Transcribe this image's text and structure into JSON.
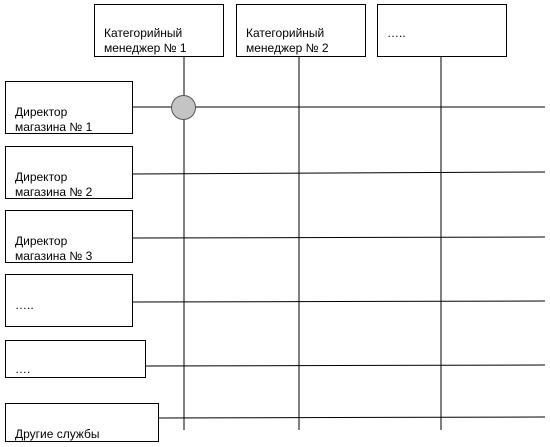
{
  "managers": [
    {
      "label": "Категорийный\nменеджер № 1"
    },
    {
      "label": "Категорийный\nменеджер № 2"
    },
    {
      "label": "….."
    }
  ],
  "roles": [
    {
      "label": "Директор\nмагазина № 1"
    },
    {
      "label": "Директор\nмагазина № 2"
    },
    {
      "label": "Директор\nмагазина № 3"
    },
    {
      "label": "….."
    },
    {
      "label": "…."
    },
    {
      "label": "Другие службы"
    }
  ],
  "colors": {
    "line": "#000000",
    "box_border": "#000000",
    "marker_fill": "#c4c4c4",
    "marker_border": "#555555"
  }
}
